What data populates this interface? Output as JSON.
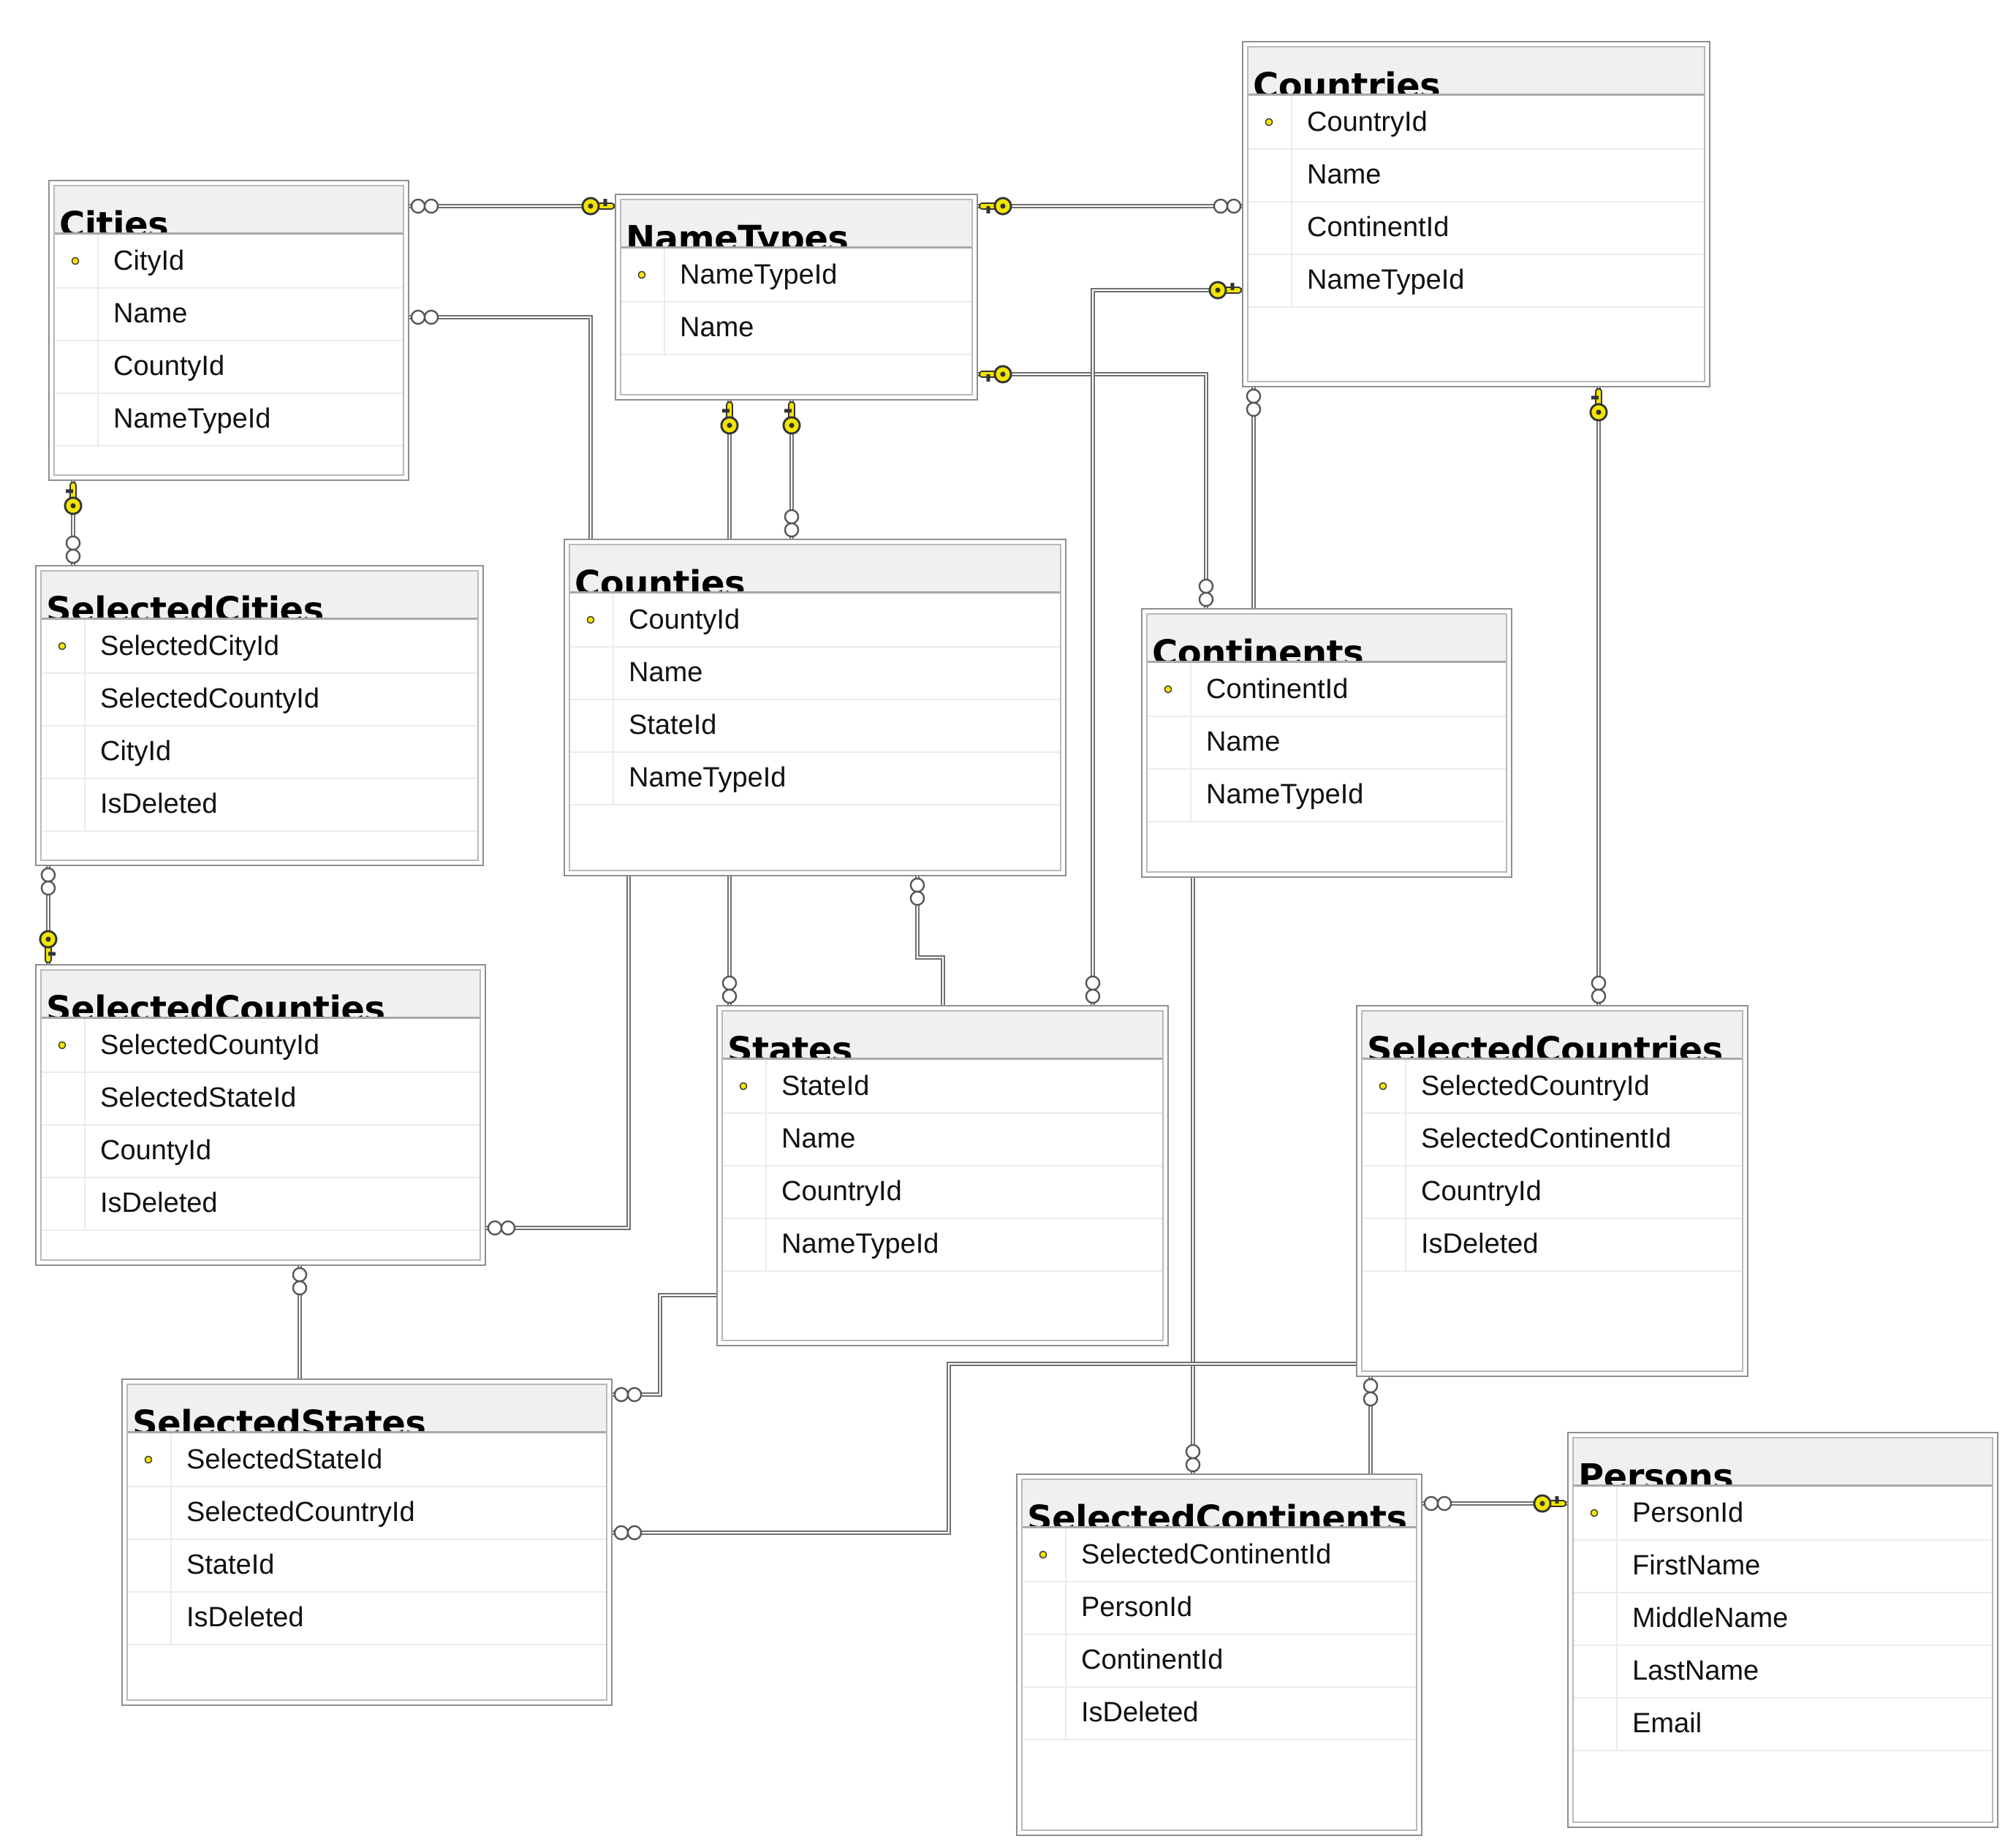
{
  "diagram": {
    "tables": [
      {
        "id": "Cities",
        "name": "Cities",
        "columns": [
          "CityId",
          "Name",
          "CountyId",
          "NameTypeId"
        ],
        "primary_key": "CityId"
      },
      {
        "id": "NameTypes",
        "name": "NameTypes",
        "columns": [
          "NameTypeId",
          "Name"
        ],
        "primary_key": "NameTypeId"
      },
      {
        "id": "Countries",
        "name": "Countries",
        "columns": [
          "CountryId",
          "Name",
          "ContinentId",
          "NameTypeId"
        ],
        "primary_key": "CountryId"
      },
      {
        "id": "SelectedCities",
        "name": "SelectedCities",
        "columns": [
          "SelectedCityId",
          "SelectedCountyId",
          "CityId",
          "IsDeleted"
        ],
        "primary_key": "SelectedCityId"
      },
      {
        "id": "Counties",
        "name": "Counties",
        "columns": [
          "CountyId",
          "Name",
          "StateId",
          "NameTypeId"
        ],
        "primary_key": "CountyId"
      },
      {
        "id": "Continents",
        "name": "Continents",
        "columns": [
          "ContinentId",
          "Name",
          "NameTypeId"
        ],
        "primary_key": "ContinentId"
      },
      {
        "id": "SelectedCounties",
        "name": "SelectedCounties",
        "columns": [
          "SelectedCountyId",
          "SelectedStateId",
          "CountyId",
          "IsDeleted"
        ],
        "primary_key": "SelectedCountyId"
      },
      {
        "id": "States",
        "name": "States",
        "columns": [
          "StateId",
          "Name",
          "CountryId",
          "NameTypeId"
        ],
        "primary_key": "StateId"
      },
      {
        "id": "SelectedCountries",
        "name": "SelectedCountries",
        "columns": [
          "SelectedCountryId",
          "SelectedContinentId",
          "CountryId",
          "IsDeleted"
        ],
        "primary_key": "SelectedCountryId"
      },
      {
        "id": "SelectedStates",
        "name": "SelectedStates",
        "columns": [
          "SelectedStateId",
          "SelectedCountryId",
          "StateId",
          "IsDeleted"
        ],
        "primary_key": "SelectedStateId"
      },
      {
        "id": "SelectedContinents",
        "name": "SelectedContinents",
        "columns": [
          "SelectedContinentId",
          "PersonId",
          "ContinentId",
          "IsDeleted"
        ],
        "primary_key": "SelectedContinentId"
      },
      {
        "id": "Persons",
        "name": "Persons",
        "columns": [
          "PersonId",
          "FirstName",
          "MiddleName",
          "LastName",
          "Email"
        ],
        "primary_key": "PersonId"
      }
    ],
    "relationships": [
      {
        "one": "NameTypes",
        "many": "Cities"
      },
      {
        "one": "Counties",
        "many": "Cities"
      },
      {
        "one": "NameTypes",
        "many": "Countries"
      },
      {
        "one": "Continents",
        "many": "Countries"
      },
      {
        "one": "NameTypes",
        "many": "Continents"
      },
      {
        "one": "Cities",
        "many": "SelectedCities"
      },
      {
        "one": "NameTypes",
        "many": "Counties"
      },
      {
        "one": "States",
        "many": "Counties"
      },
      {
        "one": "SelectedCounties",
        "many": "SelectedCities"
      },
      {
        "one": "Counties",
        "many": "SelectedCounties"
      },
      {
        "one": "NameTypes",
        "many": "States"
      },
      {
        "one": "Countries",
        "many": "States"
      },
      {
        "one": "Continents",
        "many": "SelectedContinents"
      },
      {
        "one": "Countries",
        "many": "SelectedCountries"
      },
      {
        "one": "SelectedStates",
        "many": "SelectedCounties"
      },
      {
        "one": "States",
        "many": "SelectedStates"
      },
      {
        "one": "SelectedCountries",
        "many": "SelectedStates"
      },
      {
        "one": "SelectedContinents",
        "many": "SelectedCountries"
      },
      {
        "one": "Persons",
        "many": "SelectedContinents"
      }
    ]
  },
  "colors": {
    "key": "#f2e600",
    "key_outline": "#333333",
    "line": "#8c8c8c",
    "infinity": "#555555"
  }
}
